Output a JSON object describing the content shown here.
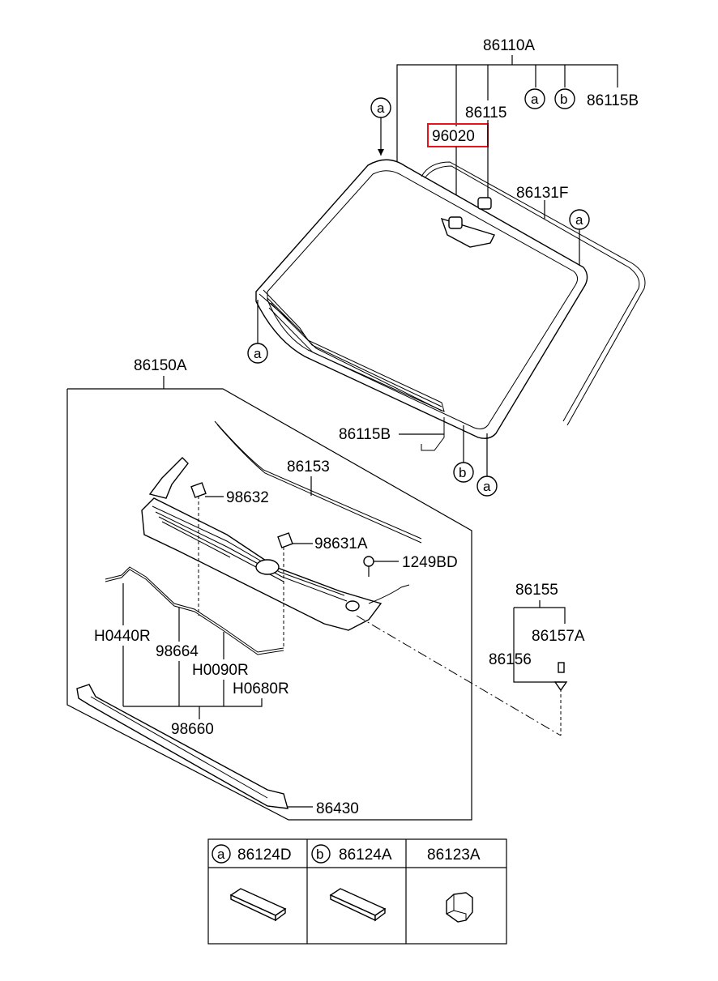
{
  "labels": {
    "windshield_assy": "86110A",
    "mirror_bracket": "86115",
    "highlighted_part": "96020",
    "clip_b": "86115B",
    "moulding": "86131F",
    "cowl_assy": "86150A",
    "cowl_seal": "86153",
    "nozzle_1": "98632",
    "nozzle_2": "98631A",
    "bolt": "1249BD",
    "hose_1": "H0440R",
    "connector": "98664",
    "hose_2": "H0090R",
    "hose_3": "H0680R",
    "washer_hose_assy": "98660",
    "weatherstrip": "86430",
    "clip_assy": "86155",
    "clip_157": "86157A",
    "clip_156": "86156",
    "clip_b_lower": "86115B"
  },
  "callouts": {
    "a": "a",
    "b": "b"
  },
  "legend": {
    "items": [
      {
        "letter": "a",
        "code": "86124D"
      },
      {
        "letter": "b",
        "code": "86124A"
      },
      {
        "letter": "",
        "code": "86123A"
      }
    ]
  },
  "highlight_color": "#e8141c"
}
